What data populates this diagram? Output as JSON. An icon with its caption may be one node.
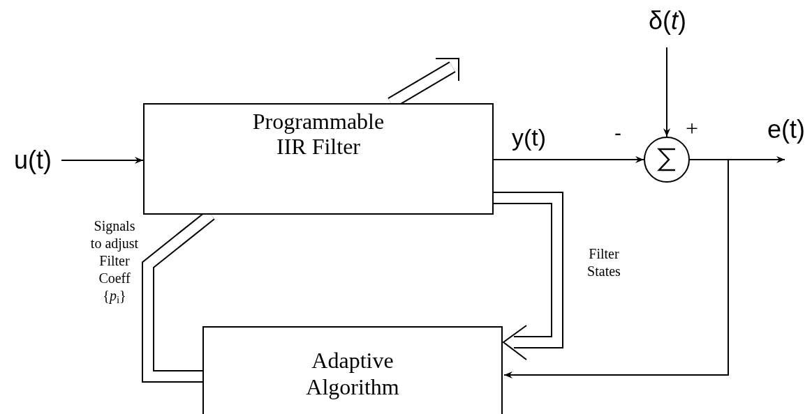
{
  "diagram": {
    "nodes": [
      {
        "text": [
          "u(t)"
        ]
      },
      {
        "text": [
          "Programmable IIR Filter"
        ]
      },
      {
        "text": [],
        "shape": "circle"
      },
      {
        "text": [
          "δ(*t*)"
        ]
      },
      {
        "text": [
          "e(t)"
        ]
      },
      {
        "text": [
          "Adaptive Algorithm"
        ]
      }
    ],
    "edges": [
      {
        "from": 0,
        "to": 1,
        "arrow": "to"
      },
      {
        "from": 1,
        "to": 2,
        "arrow": "to",
        "label": "y(t)"
      },
      {
        "from": 3,
        "to": 2,
        "arrow": "to"
      },
      {
        "from": 2,
        "to": 4,
        "arrow": "to"
      },
      {
        "from": 2,
        "to": 5,
        "arrow": "to"
      },
      {
        "from": 1,
        "to": 5,
        "arrow": "to",
        "style": "thick",
        "label": "Filter States"
      },
      {
        "from": 5,
        "to": 1,
        "arrow": "none",
        "style": "thick",
        "label": "Signals to adjust Filter Coeff {*p*$_{i}$}"
      }
    ],
    "labels": [
      "-",
      "+"
    ]
  }
}
